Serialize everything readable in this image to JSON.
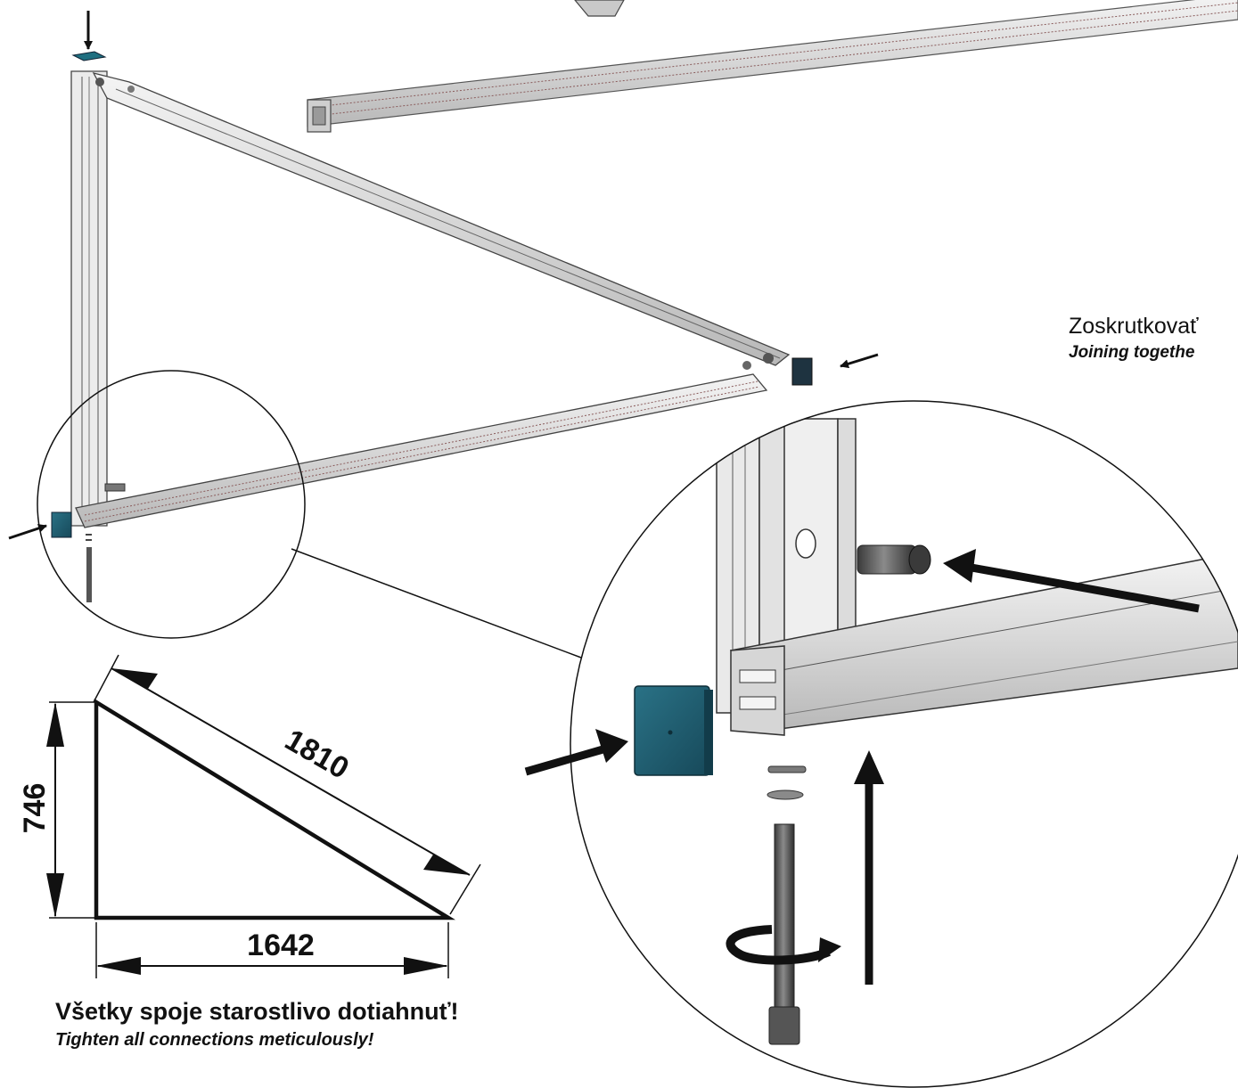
{
  "dimensions": {
    "height": "746",
    "hypotenuse": "1810",
    "base": "1642"
  },
  "captions": {
    "tighten_sk": "Všetky spoje starostlivo dotiahnuť!",
    "tighten_en": "Tighten all connections meticulously!"
  },
  "step_label": {
    "sk": "Zoskrutkovať",
    "en": "Joining togethe"
  },
  "colors": {
    "end_cap": "#1f5e6e",
    "frame": "#e4e4e4",
    "outline": "#111111"
  },
  "icons": [
    "rotation-arrow-icon",
    "direction-arrow-icon",
    "bolt-icon",
    "end-cap-icon"
  ]
}
